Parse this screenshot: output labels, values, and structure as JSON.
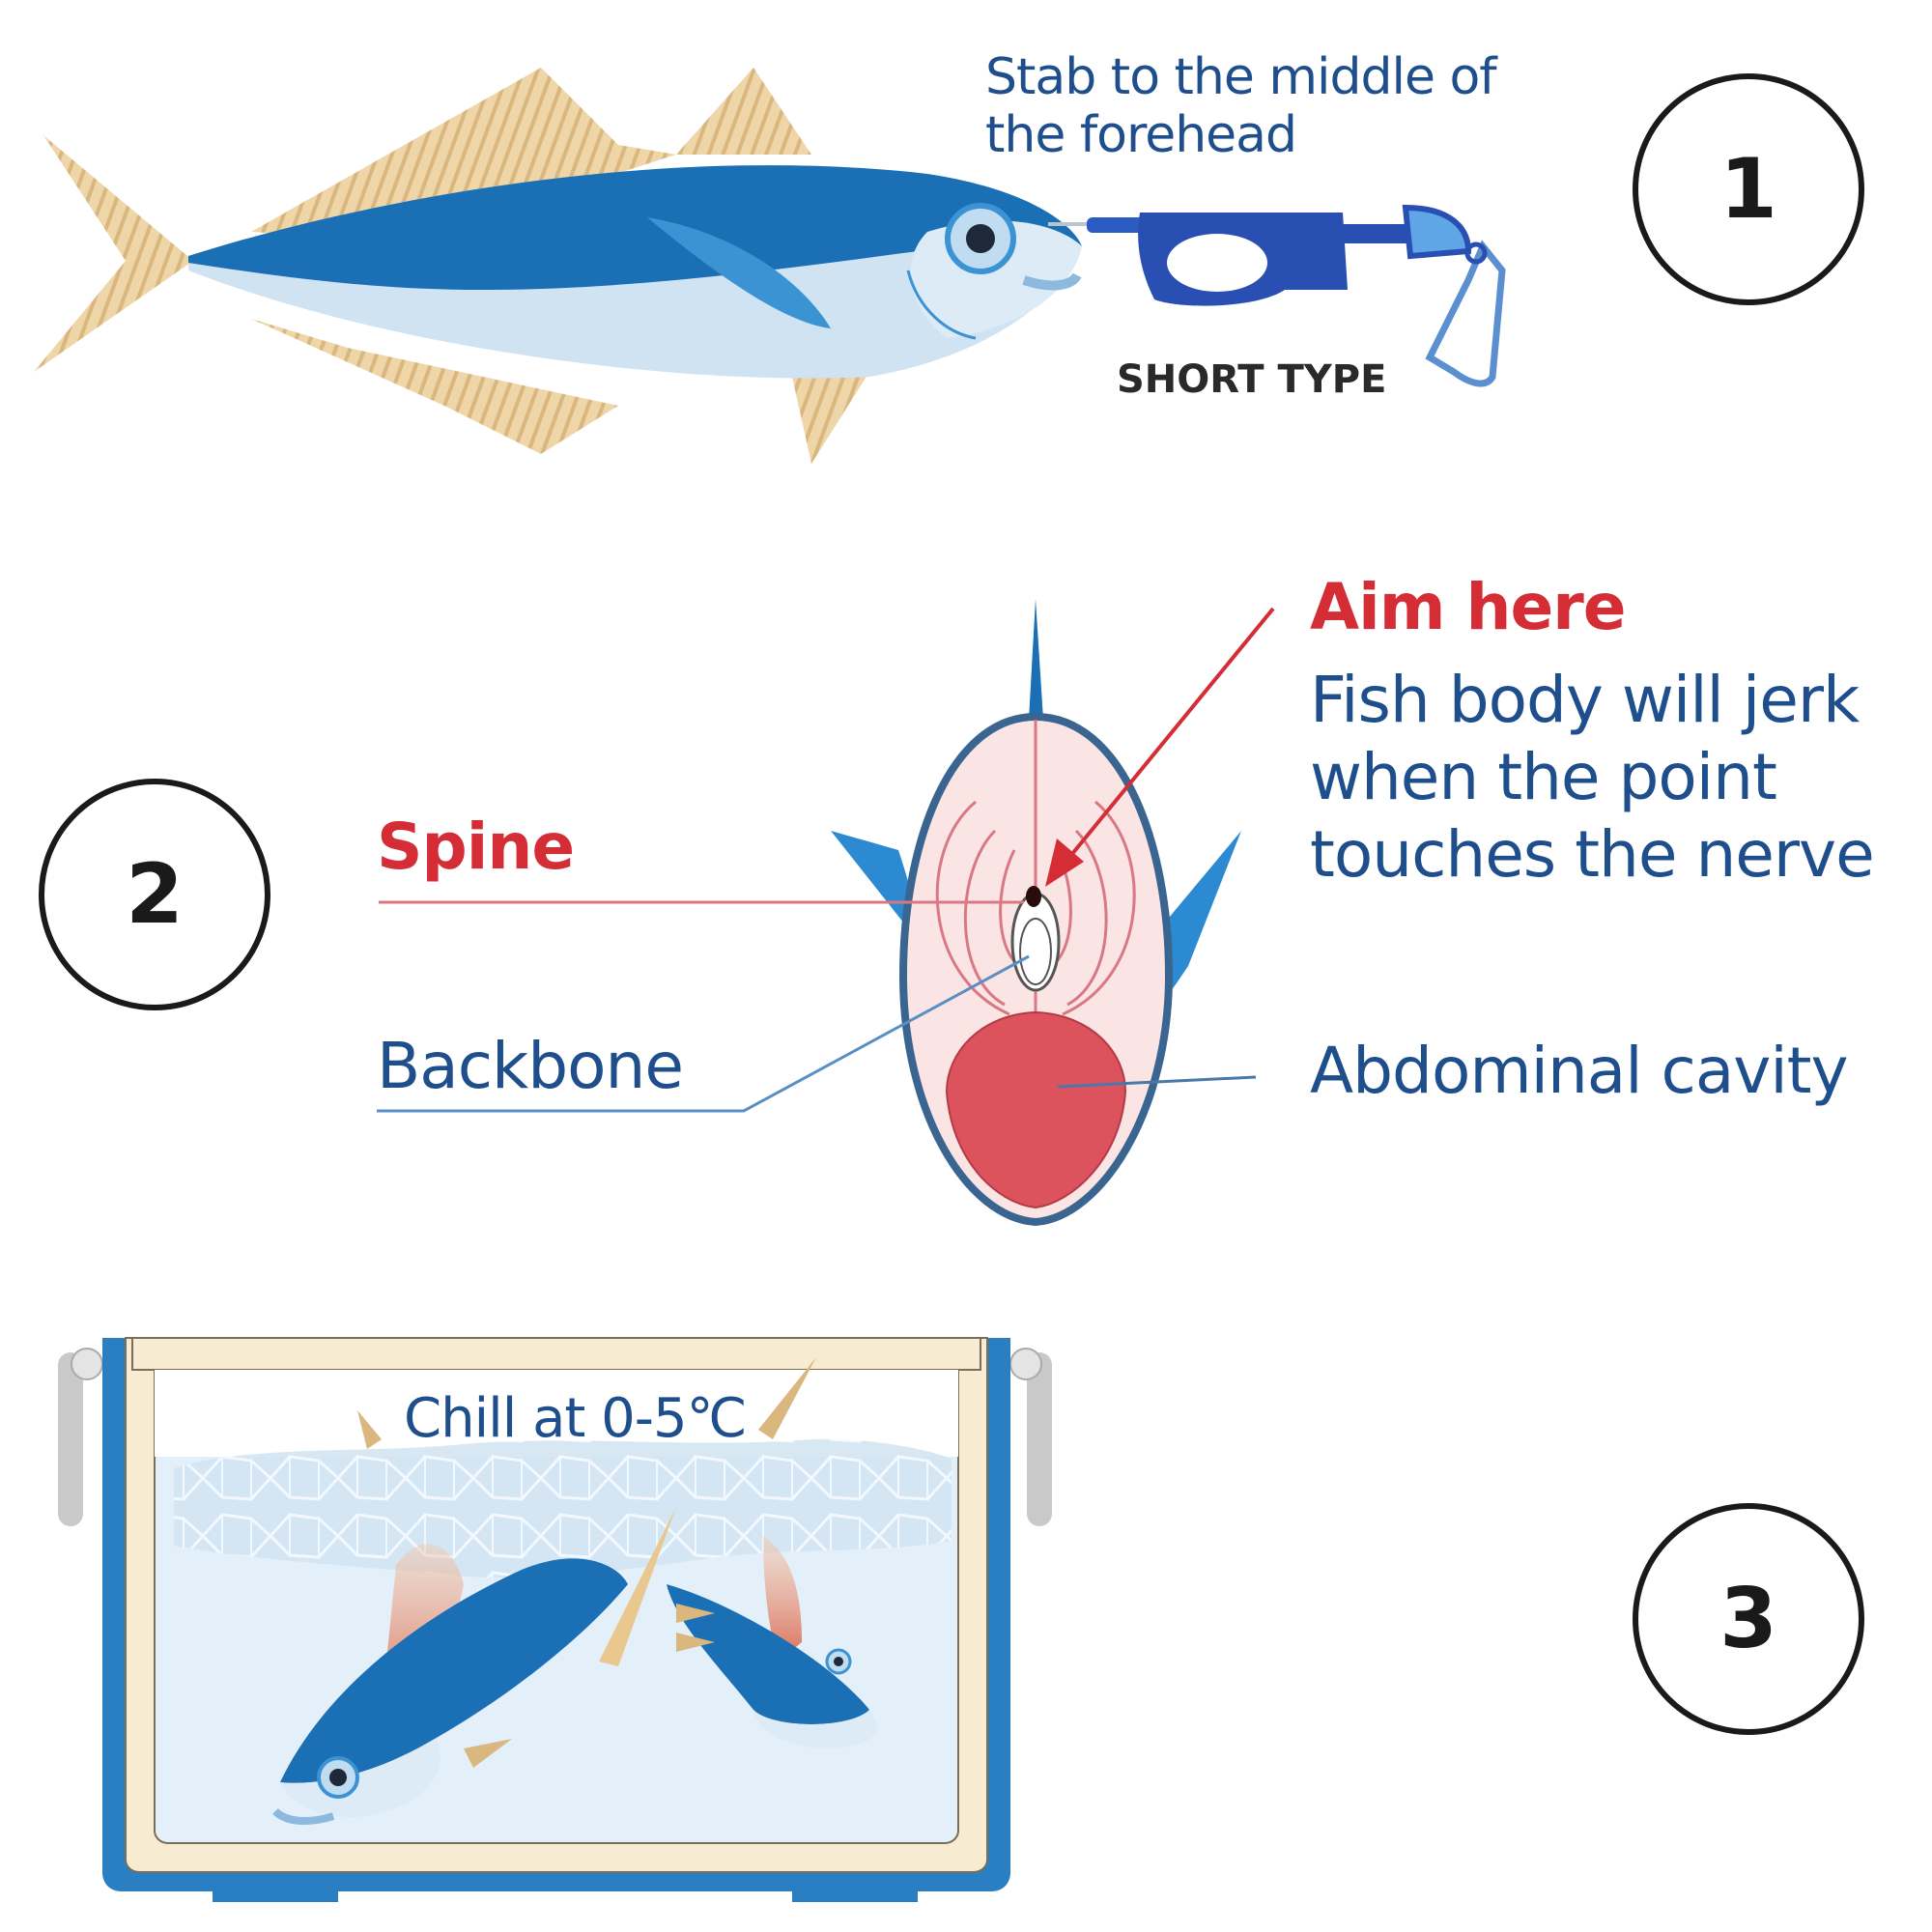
{
  "colors": {
    "fish_blue": "#1a6fb5",
    "fish_belly": "#cfe3f3",
    "fin_tan": "#ecd3a5",
    "label_blue": "#1f4e8c",
    "label_red": "#d42d35",
    "cavity_red": "#dc525d",
    "section_pink": "#fbe4e4",
    "cooler_blue": "#2a7fc2",
    "cooler_liner": "#f7ecd2",
    "water": "#e3f0f9"
  },
  "steps": [
    {
      "number": "1"
    },
    {
      "number": "2"
    },
    {
      "number": "3"
    }
  ],
  "step1": {
    "instruction_line1": "Stab to the middle of",
    "instruction_line2": "the forehead",
    "tool_label": "SHORT TYPE"
  },
  "step2": {
    "aim_label": "Aim here",
    "note_line1": "Fish body will jerk",
    "note_line2": "when the point",
    "note_line3": "touches the nerve",
    "spine_label": "Spine",
    "backbone_label": "Backbone",
    "abdominal_label": "Abdominal cavity"
  },
  "step3": {
    "chill_label": "Chill at 0-5℃"
  },
  "icons": {
    "fish": "fish-illustration",
    "spike_tool": "ikejime-spike-icon",
    "carabiner": "carabiner-icon",
    "cross_section": "fish-cross-section",
    "cooler": "cooler-box-icon",
    "ice": "ice-cubes"
  }
}
